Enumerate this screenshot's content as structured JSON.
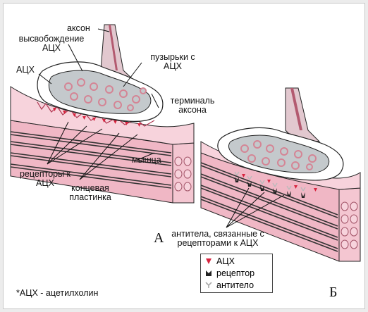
{
  "labels": {
    "axon": "аксон",
    "release_line1": "высвобождение",
    "release_line2": "АЦХ",
    "ach": "АЦХ",
    "vesicles_line1": "пузырьки с",
    "vesicles_line2": "АЦХ",
    "terminal_line1": "терминаль",
    "terminal_line2": "аксона",
    "muscle": "мышца",
    "receptors_line1": "рецепторы к",
    "receptors_line2": "АЦХ",
    "endplate_line1": "концевая",
    "endplate_line2": "пластинка",
    "antibodies_line1": "антитела, связанные с",
    "antibodies_line2": "рецепторами к АЦХ"
  },
  "panels": {
    "a": "А",
    "b": "Б"
  },
  "legend": {
    "items": [
      {
        "symbol": "ach-triangle-icon",
        "label": "АЦХ"
      },
      {
        "symbol": "receptor-icon",
        "label": "рецептор"
      },
      {
        "symbol": "antibody-icon",
        "label": "антитело"
      }
    ]
  },
  "footnote": "*АЦХ - ацетилхолин",
  "colors": {
    "muscle_top": "#f7d3dc",
    "muscle_side": "#f0b7c5",
    "fiber_stripe": "#3a3a3a",
    "axon_outer": "#e2c8cf",
    "terminal_fill": "#c4c9cc",
    "vesicle": "#d48595",
    "ach": "#d8243f",
    "outline": "#222222"
  }
}
